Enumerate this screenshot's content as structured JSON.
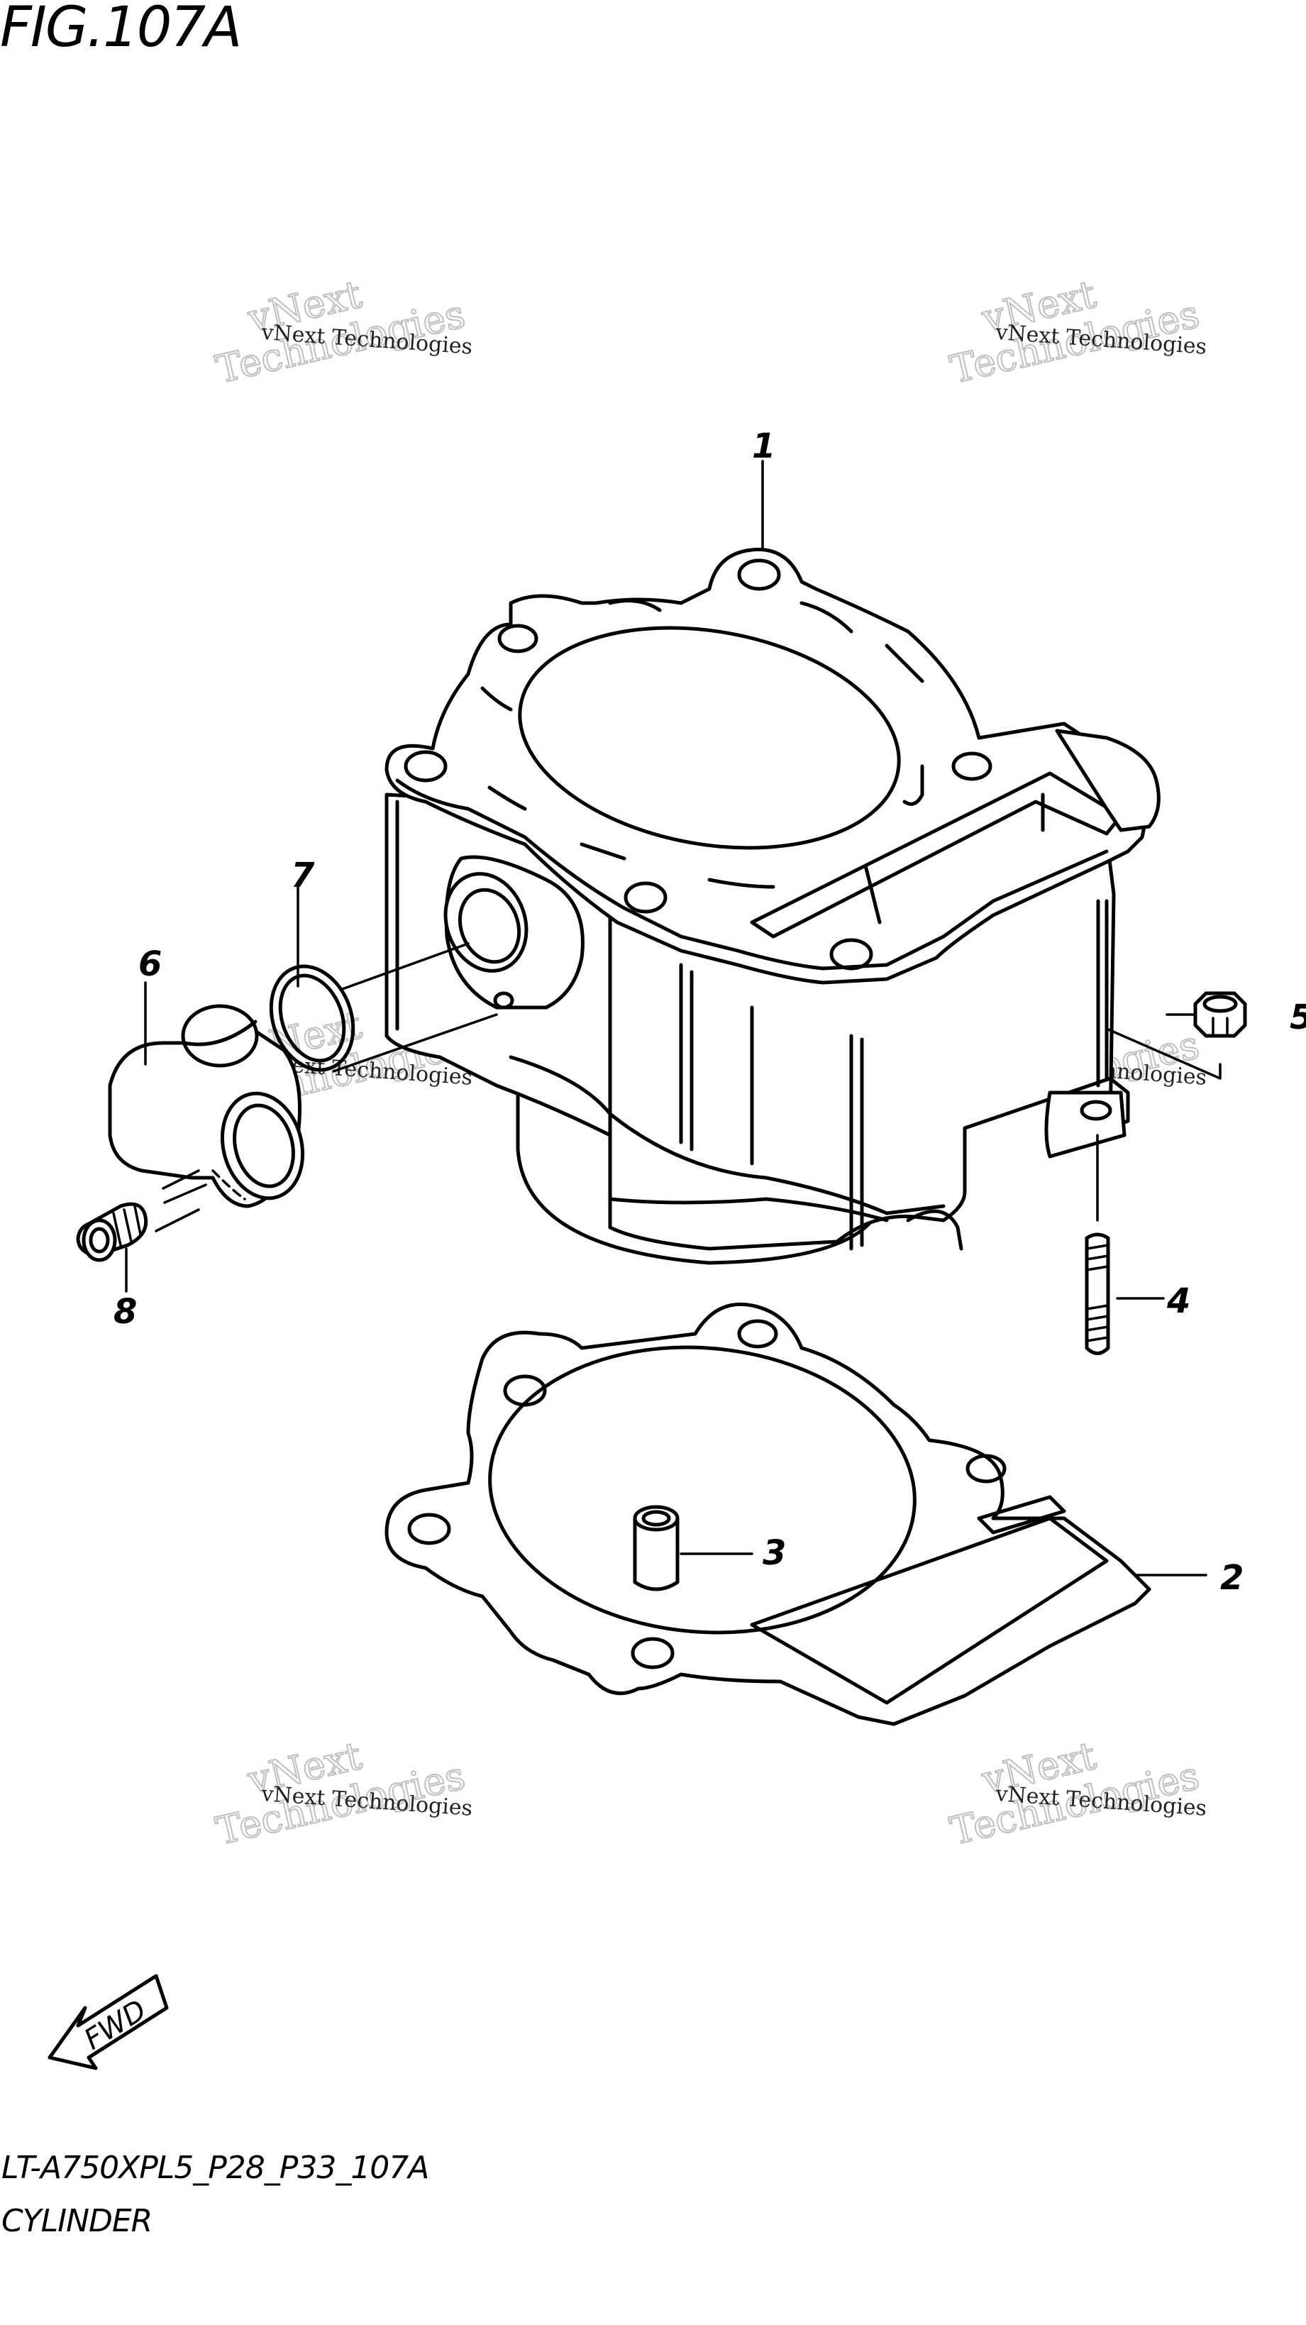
{
  "figure": {
    "title": "FIG.107A",
    "code": "LT-A750XPL5_P28_P33_107A",
    "name": "CYLINDER"
  },
  "callouts": [
    {
      "id": "1",
      "label": "1"
    },
    {
      "id": "2",
      "label": "2"
    },
    {
      "id": "3",
      "label": "3"
    },
    {
      "id": "4",
      "label": "4"
    },
    {
      "id": "5",
      "label": "5"
    },
    {
      "id": "6",
      "label": "6"
    },
    {
      "id": "7",
      "label": "7"
    },
    {
      "id": "8",
      "label": "8"
    }
  ],
  "watermark": {
    "line_small": "vNext Technologies",
    "line_big_1": "vNext",
    "line_big_2": "Technologies"
  },
  "direction_badge": {
    "label": "FWD",
    "icon": "fwd-arrow-icon"
  }
}
